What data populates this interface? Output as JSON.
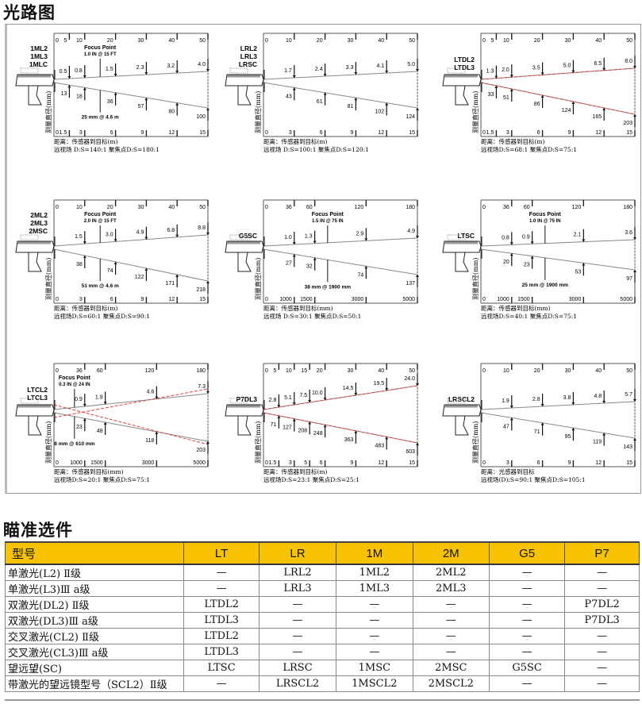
{
  "titles": {
    "optical": "光路图",
    "options": "瞄准选件"
  },
  "colors": {
    "accent": "#f7c300",
    "laser": "#e04040",
    "beam": "#888888"
  },
  "diagrams": [
    {
      "models": [
        "1ML2",
        "1ML3",
        "1MLC"
      ],
      "top_max": 50,
      "top_ticks": [
        {
          "l": "0",
          "at": 0
        },
        {
          "l": "5",
          "at": 5
        },
        {
          "l": "10",
          "at": 10
        },
        {
          "l": "20",
          "at": 20
        },
        {
          "l": "30",
          "at": 30
        },
        {
          "l": "40",
          "at": 40
        },
        {
          "l": "50",
          "at": 50
        }
      ],
      "bottom_ticks": [
        {
          "l": "0",
          "at": 0
        },
        {
          "l": "1.5",
          "at": 5
        },
        {
          "l": "3",
          "at": 10
        },
        {
          "l": "6",
          "at": 20
        },
        {
          "l": "9",
          "at": 30
        },
        {
          "l": "12",
          "at": 40
        },
        {
          "l": "15",
          "at": 50
        }
      ],
      "points": [
        {
          "at": 5,
          "up": "0.5",
          "down": "13"
        },
        {
          "at": 10,
          "up": "0.8",
          "down": "18"
        },
        {
          "at": 20,
          "up": "1.5",
          "down": "36"
        },
        {
          "at": 30,
          "up": "2.3",
          "down": "57"
        },
        {
          "at": 40,
          "up": "3.2",
          "down": "80"
        },
        {
          "at": 50,
          "up": "4.0",
          "down": "100"
        }
      ],
      "focus": {
        "at": 15,
        "title": "Focus Point",
        "line1": "1.0 IN @ 15 FT",
        "line2": "25 mm @ 4.6 m"
      },
      "beam": "cone",
      "laser": false,
      "caption": [
        "距离：传感器到目标(m)",
        "远视场 D:S=140:1   聚焦点D:S=180:1"
      ]
    },
    {
      "models": [
        "LRL2",
        "LRL3",
        "LRSC"
      ],
      "top_max": 50,
      "top_ticks": [
        {
          "l": "0",
          "at": 0
        },
        {
          "l": "10",
          "at": 10
        },
        {
          "l": "20",
          "at": 20
        },
        {
          "l": "30",
          "at": 30
        },
        {
          "l": "40",
          "at": 40
        },
        {
          "l": "50",
          "at": 50
        }
      ],
      "bottom_ticks": [
        {
          "l": "0",
          "at": 0
        },
        {
          "l": "3",
          "at": 10
        },
        {
          "l": "6",
          "at": 20
        },
        {
          "l": "9",
          "at": 30
        },
        {
          "l": "12",
          "at": 40
        },
        {
          "l": "15",
          "at": 50
        }
      ],
      "points": [
        {
          "at": 10,
          "up": "1.7",
          "down": "43"
        },
        {
          "at": 20,
          "up": "2.4",
          "down": "61"
        },
        {
          "at": 30,
          "up": "3.3",
          "down": "81"
        },
        {
          "at": 40,
          "up": "4.1",
          "down": "102"
        },
        {
          "at": 50,
          "up": "5.0",
          "down": "124"
        }
      ],
      "focus": null,
      "beam": "cone",
      "laser": false,
      "caption": [
        "距离：传感器到目标(m)",
        "远视场 D:S=100:1   聚焦点D:S=120:1"
      ]
    },
    {
      "models": [
        "LTDL2",
        "LTDL3"
      ],
      "top_max": 50,
      "top_ticks": [
        {
          "l": "0",
          "at": 0
        },
        {
          "l": "5",
          "at": 5
        },
        {
          "l": "10",
          "at": 10
        },
        {
          "l": "20",
          "at": 20
        },
        {
          "l": "30",
          "at": 30
        },
        {
          "l": "40",
          "at": 40
        },
        {
          "l": "50",
          "at": 50
        }
      ],
      "bottom_ticks": [
        {
          "l": "0",
          "at": 0
        },
        {
          "l": "1.5",
          "at": 5
        },
        {
          "l": "3",
          "at": 10
        },
        {
          "l": "6",
          "at": 20
        },
        {
          "l": "9",
          "at": 30
        },
        {
          "l": "12",
          "at": 40
        },
        {
          "l": "15",
          "at": 50
        }
      ],
      "points": [
        {
          "at": 5,
          "up": "1.3",
          "down": "33"
        },
        {
          "at": 10,
          "up": "2.0",
          "down": "51"
        },
        {
          "at": 20,
          "up": "3.5",
          "down": "86"
        },
        {
          "at": 30,
          "up": "5.0",
          "down": "124"
        },
        {
          "at": 40,
          "up": "6.5",
          "down": "165"
        },
        {
          "at": 50,
          "up": "8.0",
          "down": "203"
        }
      ],
      "focus": null,
      "beam": "wide",
      "laser": true,
      "caption": [
        "距离：传感器到目标(m)",
        "远视场D:S=68:1   聚焦点D:S=75:1"
      ]
    },
    {
      "models": [
        "2ML2",
        "2ML3",
        "2MSC"
      ],
      "top_max": 50,
      "top_ticks": [
        {
          "l": "0",
          "at": 0
        },
        {
          "l": "10",
          "at": 10
        },
        {
          "l": "20",
          "at": 20
        },
        {
          "l": "30",
          "at": 30
        },
        {
          "l": "40",
          "at": 40
        },
        {
          "l": "50",
          "at": 50
        }
      ],
      "bottom_ticks": [
        {
          "l": "0",
          "at": 0
        },
        {
          "l": "3",
          "at": 10
        },
        {
          "l": "6",
          "at": 20
        },
        {
          "l": "9",
          "at": 30
        },
        {
          "l": "12",
          "at": 40
        },
        {
          "l": "15",
          "at": 50
        }
      ],
      "points": [
        {
          "at": 10,
          "up": "1.5",
          "down": "38"
        },
        {
          "at": 20,
          "up": "3.0",
          "down": "74"
        },
        {
          "at": 30,
          "up": "4.9",
          "down": "122"
        },
        {
          "at": 40,
          "up": "6.8",
          "down": "171"
        },
        {
          "at": 50,
          "up": "8.8",
          "down": "218"
        }
      ],
      "focus": {
        "at": 15,
        "title": "Focus Point",
        "line1": "2.0 IN @ 15 FT",
        "line2": "51 mm @ 4.6 m"
      },
      "beam": "wide",
      "laser": false,
      "caption": [
        "距离：传感器到目标(m)",
        "远视场D:S=60:1   聚焦点D:S=90:1"
      ]
    },
    {
      "models": [
        "G5SC"
      ],
      "top_max": 180,
      "top_ticks": [
        {
          "l": "0",
          "at": 0
        },
        {
          "l": "36",
          "at": 36
        },
        {
          "l": "60",
          "at": 60
        },
        {
          "l": "120",
          "at": 120
        },
        {
          "l": "180",
          "at": 180
        }
      ],
      "bottom_ticks": [
        {
          "l": "0",
          "at": 0
        },
        {
          "l": "1000",
          "at": 36
        },
        {
          "l": "1500",
          "at": 60
        },
        {
          "l": "3000",
          "at": 120
        },
        {
          "l": "5000",
          "at": 180
        }
      ],
      "points": [
        {
          "at": 36,
          "up": "1.0",
          "down": "27"
        },
        {
          "at": 60,
          "up": "1.3",
          "down": "32"
        },
        {
          "at": 120,
          "up": "2.9",
          "down": "74"
        },
        {
          "at": 180,
          "up": "4.9",
          "down": "137"
        }
      ],
      "focus": {
        "at": 75,
        "title": "Focus Point",
        "line1": "1.5 IN @ 75 IN",
        "line2": "38 mm @ 1900 mm"
      },
      "beam": "cone",
      "laser": false,
      "caption": [
        "距离：传感器到目标(mm)",
        "远视场 D:S=30:1    聚焦点D:S=50:1"
      ]
    },
    {
      "models": [
        "LTSC"
      ],
      "top_max": 180,
      "top_ticks": [
        {
          "l": "0",
          "at": 0
        },
        {
          "l": "36",
          "at": 36
        },
        {
          "l": "60",
          "at": 60
        },
        {
          "l": "120",
          "at": 120
        },
        {
          "l": "180",
          "at": 180
        }
      ],
      "bottom_ticks": [
        {
          "l": "0",
          "at": 0
        },
        {
          "l": "1000",
          "at": 36
        },
        {
          "l": "1500",
          "at": 60
        },
        {
          "l": "3000",
          "at": 120
        },
        {
          "l": "5000",
          "at": 180
        }
      ],
      "points": [
        {
          "at": 36,
          "up": "0.8",
          "down": "20"
        },
        {
          "at": 60,
          "up": "0.9",
          "down": "23"
        },
        {
          "at": 120,
          "up": "2.1",
          "down": "53"
        },
        {
          "at": 180,
          "up": "3.6",
          "down": "97"
        }
      ],
      "focus": {
        "at": 75,
        "title": "Focus Point",
        "line1": "1.0 IN @ 75 IN",
        "line2": "25 mm @ 1900 mm"
      },
      "beam": "narrow",
      "laser": false,
      "caption": [
        "距离：传感器到目标(mm)",
        "远视场D:S=40:1   聚焦点D:S=75:1"
      ]
    },
    {
      "models": [
        "LTCL2",
        "LTCL3"
      ],
      "top_max": 180,
      "top_ticks": [
        {
          "l": "0",
          "at": 0
        },
        {
          "l": "36",
          "at": 36
        },
        {
          "l": "60",
          "at": 60
        },
        {
          "l": "120",
          "at": 120
        },
        {
          "l": "180",
          "at": 180
        }
      ],
      "bottom_ticks": [
        {
          "l": "0",
          "at": 0
        },
        {
          "l": "1000",
          "at": 36
        },
        {
          "l": "1500",
          "at": 60
        },
        {
          "l": "3000",
          "at": 120
        },
        {
          "l": "5000",
          "at": 180
        }
      ],
      "points": [
        {
          "at": 36,
          "up": "0.9",
          "down": "23"
        },
        {
          "at": 60,
          "up": "1.9",
          "down": "48"
        },
        {
          "at": 120,
          "up": "4.6",
          "down": "118"
        },
        {
          "at": 180,
          "up": "7.3",
          "down": "203"
        }
      ],
      "focus": {
        "at": 24,
        "title": "Focus Point",
        "line1": "0.3 IN @ 24 IN",
        "line2": "8 mm @ 610 mm"
      },
      "beam": "cross",
      "laser": true,
      "caption": [
        "距离：传感器到目标(mm)",
        "远视场D:S=20:1   聚焦点D:S=75:1"
      ]
    },
    {
      "models": [
        "P7DL3"
      ],
      "top_max": 50,
      "top_ticks": [
        {
          "l": "0",
          "at": 0
        },
        {
          "l": "5",
          "at": 5
        },
        {
          "l": "10",
          "at": 10
        },
        {
          "l": "15",
          "at": 15
        },
        {
          "l": "20",
          "at": 20
        },
        {
          "l": "30",
          "at": 30
        },
        {
          "l": "40",
          "at": 40
        },
        {
          "l": "50",
          "at": 50
        }
      ],
      "bottom_ticks": [
        {
          "l": "0",
          "at": 0
        },
        {
          "l": "1.5",
          "at": 5
        },
        {
          "l": "3",
          "at": 10
        },
        {
          "l": "5",
          "at": 15
        },
        {
          "l": "6",
          "at": 20
        },
        {
          "l": "9",
          "at": 30
        },
        {
          "l": "12",
          "at": 40
        },
        {
          "l": "15",
          "at": 50
        }
      ],
      "points": [
        {
          "at": 5,
          "up": "2.8",
          "down": "71"
        },
        {
          "at": 10,
          "up": "5.1",
          "down": "127"
        },
        {
          "at": 15,
          "up": "7.5",
          "down": "208"
        },
        {
          "at": 20,
          "up": "10.0",
          "down": "248"
        },
        {
          "at": 30,
          "up": "14.5",
          "down": "363"
        },
        {
          "at": 40,
          "up": "19.5",
          "down": "483"
        },
        {
          "at": 50,
          "up": "24.0",
          "down": "603"
        }
      ],
      "focus": null,
      "beam": "xwide",
      "laser": true,
      "caption": [
        "距离：传感器到目标(m)",
        "远视场D:S=23:1   聚焦点D:S=25:1"
      ]
    },
    {
      "models": [
        "LRSCL2"
      ],
      "top_max": 50,
      "top_ticks": [
        {
          "l": "0",
          "at": 0
        },
        {
          "l": "10",
          "at": 10
        },
        {
          "l": "20",
          "at": 20
        },
        {
          "l": "30",
          "at": 30
        },
        {
          "l": "40",
          "at": 40
        },
        {
          "l": "50",
          "at": 50
        }
      ],
      "bottom_ticks": [
        {
          "l": "0",
          "at": 0
        },
        {
          "l": "3",
          "at": 10
        },
        {
          "l": "6",
          "at": 20
        },
        {
          "l": "9",
          "at": 30
        },
        {
          "l": "12",
          "at": 40
        },
        {
          "l": "15",
          "at": 50
        }
      ],
      "points": [
        {
          "at": 10,
          "up": "1.9",
          "down": "47"
        },
        {
          "at": 20,
          "up": "2.8",
          "down": "71"
        },
        {
          "at": 30,
          "up": "3.8",
          "down": "95"
        },
        {
          "at": 40,
          "up": "4.8",
          "down": "119"
        },
        {
          "at": 50,
          "up": "5.7",
          "down": "143"
        }
      ],
      "focus": null,
      "beam": "cone",
      "laser": false,
      "caption": [
        "距离：光感器到目标",
        "远视场(D):S=90:1   聚焦点D:S=105:1"
      ]
    }
  ],
  "y_axis_label": "测量直径(mm)",
  "table": {
    "headers": [
      "型号",
      "LT",
      "LR",
      "1M",
      "2M",
      "G5",
      "P7"
    ],
    "rows": [
      [
        "单激光(L2) Ⅱ级",
        "—",
        "LRL2",
        "1ML2",
        "2ML2",
        "—",
        "—"
      ],
      [
        "单激光(L3)Ⅲ a级",
        "—",
        "LRL3",
        "1ML3",
        "2ML3",
        "—",
        "—"
      ],
      [
        "双激光(DL2) Ⅱ级",
        "LTDL2",
        "—",
        "—",
        "—",
        "—",
        "P7DL2"
      ],
      [
        "双激光(DL3)Ⅲ a级",
        "LTDL3",
        "—",
        "—",
        "—",
        "—",
        "P7DL3"
      ],
      [
        "交叉激光(CL2) Ⅱ级",
        "LTDL2",
        "—",
        "—",
        "—",
        "—",
        "—"
      ],
      [
        "交叉激光(CL3)Ⅲ a级",
        "LTDL3",
        "—",
        "—",
        "—",
        "—",
        "—"
      ],
      [
        "望远望(SC)",
        "LTSC",
        "LRSC",
        "1MSC",
        "2MSC",
        "G5SC",
        "—"
      ],
      [
        "带激光的望远镜型号（SCL2）Ⅱ级",
        "—",
        "LRSCL2",
        "1MSCL2",
        "2MSCL2",
        "—",
        "—"
      ]
    ]
  }
}
